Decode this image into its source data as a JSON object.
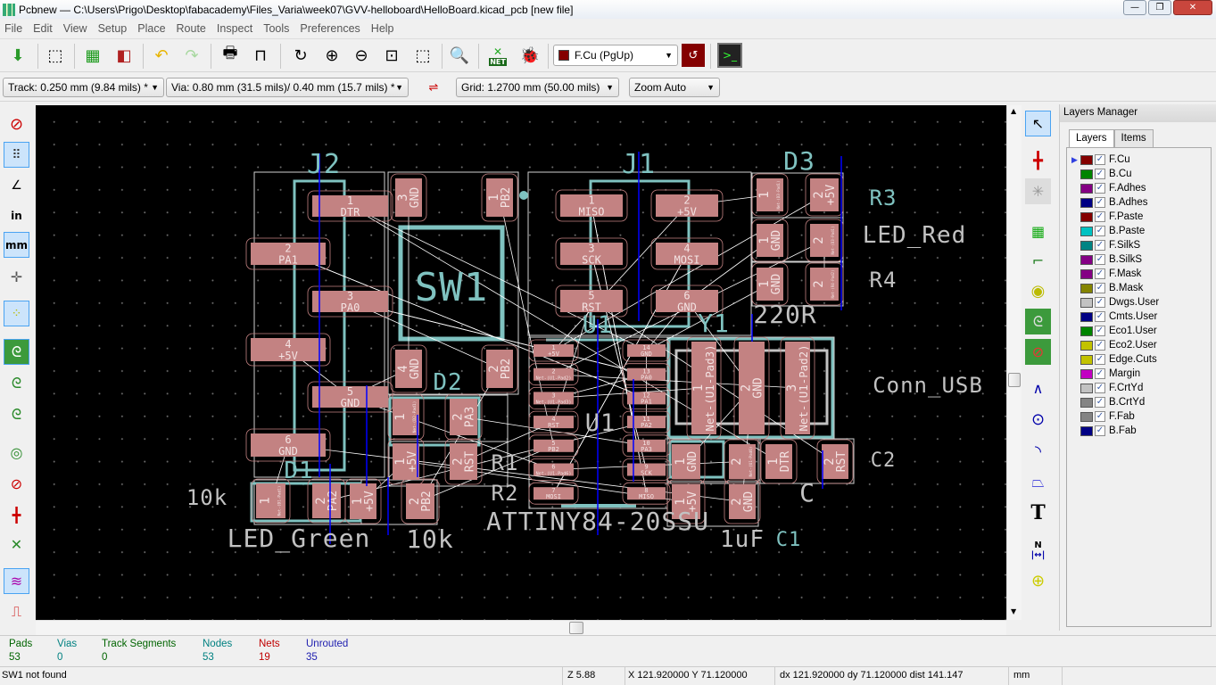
{
  "window": {
    "title": "Pcbnew — C:\\Users\\Prigo\\Desktop\\fabacademy\\Files_Varia\\week07\\GVV-helloboard\\HelloBoard.kicad_pcb [new file]"
  },
  "menu": [
    "File",
    "Edit",
    "View",
    "Setup",
    "Place",
    "Route",
    "Inspect",
    "Tools",
    "Preferences",
    "Help"
  ],
  "toolbar": {
    "layer_select": "F.Cu (PgUp)",
    "track": "Track: 0.250 mm (9.84 mils) *",
    "via": "Via: 0.80 mm (31.5 mils)/ 0.40 mm (15.7 mils) *",
    "grid": "Grid: 1.2700 mm (50.00 mils)",
    "zoom": "Zoom Auto",
    "net_badge": "NET"
  },
  "left_tools": {
    "in": "in",
    "mm": "mm"
  },
  "right_tools": {
    "text": "T",
    "north": "N"
  },
  "pcb": {
    "pads": [
      {
        "num": "1",
        "net": "DTR"
      },
      {
        "num": "2",
        "net": "PA1"
      },
      {
        "num": "3",
        "net": "PA0"
      },
      {
        "num": "4",
        "net": "+5V"
      },
      {
        "num": "5",
        "net": "GND"
      },
      {
        "num": "6",
        "net": "GND"
      },
      {
        "num": "3",
        "net": "GND"
      },
      {
        "num": "1",
        "net": "PB2"
      },
      {
        "num": "4",
        "net": "GND"
      },
      {
        "num": "2",
        "net": "PB2"
      },
      {
        "num": "1",
        "net": "MISO"
      },
      {
        "num": "2",
        "net": "+5V"
      },
      {
        "num": "3",
        "net": "SCK"
      },
      {
        "num": "4",
        "net": "MOSI"
      },
      {
        "num": "5",
        "net": "RST"
      },
      {
        "num": "6",
        "net": "GND"
      },
      {
        "num": "1",
        "net": "+5V"
      },
      {
        "num": "2",
        "net": "Net-(U1-Pad2)"
      },
      {
        "num": "3",
        "net": "Net-(U1-Pad3)"
      },
      {
        "num": "4",
        "net": "RST"
      },
      {
        "num": "5",
        "net": "PB2"
      },
      {
        "num": "6",
        "net": "Net-(U1-Pad6)"
      },
      {
        "num": "7",
        "net": "MOSI"
      },
      {
        "num": "14",
        "net": "GND"
      },
      {
        "num": "13",
        "net": "PA0"
      },
      {
        "num": "12",
        "net": "PA1"
      },
      {
        "num": "11",
        "net": "PA2"
      },
      {
        "num": "10",
        "net": "PA3"
      },
      {
        "num": "9",
        "net": "SCK"
      },
      {
        "num": "8",
        "net": "MISO"
      },
      {
        "num": "1",
        "net": "Net-(U1-Pad3)"
      },
      {
        "num": "2",
        "net": "GND"
      },
      {
        "num": "3",
        "net": "Net-(U1-Pad2)"
      },
      {
        "num": "1",
        "net": "Net-(D3-Pad1)"
      },
      {
        "num": "2",
        "net": "+5V"
      },
      {
        "num": "1",
        "net": "GND"
      },
      {
        "num": "2",
        "net": "Net-(D3-Pad1)"
      },
      {
        "num": "1",
        "net": "GND"
      },
      {
        "num": "2",
        "net": "Net-(R4-Pad2)"
      },
      {
        "num": "1",
        "net": "GND"
      },
      {
        "num": "2",
        "net": "Net-(U1-Pad6)"
      },
      {
        "num": "1",
        "net": "DTR"
      },
      {
        "num": "2",
        "net": "RST"
      },
      {
        "num": "1",
        "net": "+5V"
      },
      {
        "num": "2",
        "net": "GND"
      },
      {
        "num": "1",
        "net": "Net-(D2-Pad1)"
      },
      {
        "num": "2",
        "net": "PA3"
      },
      {
        "num": "1",
        "net": "+5V"
      },
      {
        "num": "2",
        "net": "RST"
      },
      {
        "num": "1",
        "net": "Net-(D1-Pad1)"
      },
      {
        "num": "2",
        "net": "PA2"
      },
      {
        "num": "1",
        "net": "+5V"
      },
      {
        "num": "2",
        "net": "PB2"
      }
    ],
    "labels": [
      "J2",
      "J1",
      "D3",
      "SW1",
      "U1",
      "U1",
      "Y1",
      "D2",
      "D1",
      "R1",
      "R2",
      "R3",
      "R4",
      "C1",
      "C2",
      "220R",
      "LED_Green",
      "10k",
      "10k",
      "ATTINY84-20SSU",
      "1uF",
      "C",
      "LED_Red",
      "Conn_USB"
    ]
  },
  "layers_manager": {
    "title": "Layers Manager",
    "tabs": [
      "Layers",
      "Items"
    ],
    "layers": [
      {
        "name": "F.Cu",
        "color": "#840000"
      },
      {
        "name": "B.Cu",
        "color": "#008400"
      },
      {
        "name": "F.Adhes",
        "color": "#840084"
      },
      {
        "name": "B.Adhes",
        "color": "#000084"
      },
      {
        "name": "F.Paste",
        "color": "#840000"
      },
      {
        "name": "B.Paste",
        "color": "#00c2c2"
      },
      {
        "name": "F.SilkS",
        "color": "#008484"
      },
      {
        "name": "B.SilkS",
        "color": "#840084"
      },
      {
        "name": "F.Mask",
        "color": "#840084"
      },
      {
        "name": "B.Mask",
        "color": "#848400"
      },
      {
        "name": "Dwgs.User",
        "color": "#c2c2c2"
      },
      {
        "name": "Cmts.User",
        "color": "#000084"
      },
      {
        "name": "Eco1.User",
        "color": "#008400"
      },
      {
        "name": "Eco2.User",
        "color": "#c2c200"
      },
      {
        "name": "Edge.Cuts",
        "color": "#c2c200"
      },
      {
        "name": "Margin",
        "color": "#c200c2"
      },
      {
        "name": "F.CrtYd",
        "color": "#c2c2c2"
      },
      {
        "name": "B.CrtYd",
        "color": "#848484"
      },
      {
        "name": "F.Fab",
        "color": "#848484"
      },
      {
        "name": "B.Fab",
        "color": "#000084"
      }
    ]
  },
  "stats": [
    {
      "label": "Pads",
      "value": "53",
      "color": "#006400"
    },
    {
      "label": "Vias",
      "value": "0",
      "color": "#008080"
    },
    {
      "label": "Track Segments",
      "value": "0",
      "color": "#006400"
    },
    {
      "label": "Nodes",
      "value": "53",
      "color": "#008080"
    },
    {
      "label": "Nets",
      "value": "19",
      "color": "#c00000"
    },
    {
      "label": "Unrouted",
      "value": "35",
      "color": "#2020b0"
    }
  ],
  "status": {
    "message": "SW1 not found",
    "zoom": "Z 5.88",
    "xy": "X 121.920000  Y 71.120000",
    "dxy": "dx 121.920000  dy 71.120000  dist 141.147",
    "units": "mm"
  }
}
